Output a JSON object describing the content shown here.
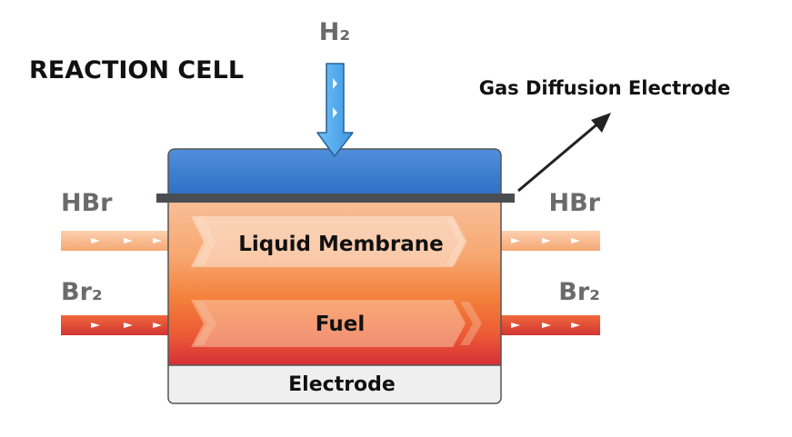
{
  "title": "REACTION CELL",
  "inputs": {
    "top": "H₂",
    "left_upper": "HBr",
    "left_lower": "Br₂"
  },
  "outputs": {
    "right_upper": "HBr",
    "right_lower": "Br₂"
  },
  "layers": {
    "membrane": "Liquid Membrane",
    "fuel": "Fuel",
    "electrode": "Electrode"
  },
  "callout": "Gas Diffusion Electrode",
  "colors": {
    "gas_chamber_top": "#4f8fdc",
    "gas_chamber_bottom": "#2f6fc4",
    "electrode_bar": "#4a4d52",
    "membrane": "#f7b98e",
    "fuel_mid": "#f47a3a",
    "fuel_bottom": "#d9323a",
    "electrode_base": "#efefef",
    "arrow_blue": "#5aaef0",
    "label_gray": "#6b6b6b"
  }
}
